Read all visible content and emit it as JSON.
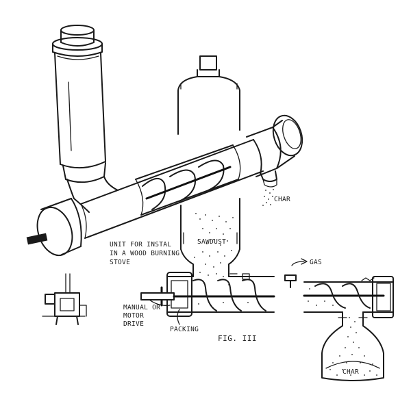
{
  "labels": {
    "unit_caption_line1": "UNIT FOR INSTAL",
    "unit_caption_line2": "IN A WOOD BURNING",
    "unit_caption_line3": "STOVE",
    "sawdust": "SAWDUST",
    "char_top": "CHAR",
    "manual_line1": "MANUAL OR",
    "manual_line2": "MOTOR",
    "manual_line3": "DRIVE",
    "packing": "PACKING",
    "figure": "FIG. III",
    "gas": "GAS",
    "char_bottom": "CHAR"
  },
  "colors": {
    "ink": "#1a1a1a",
    "paper": "#ffffff"
  }
}
